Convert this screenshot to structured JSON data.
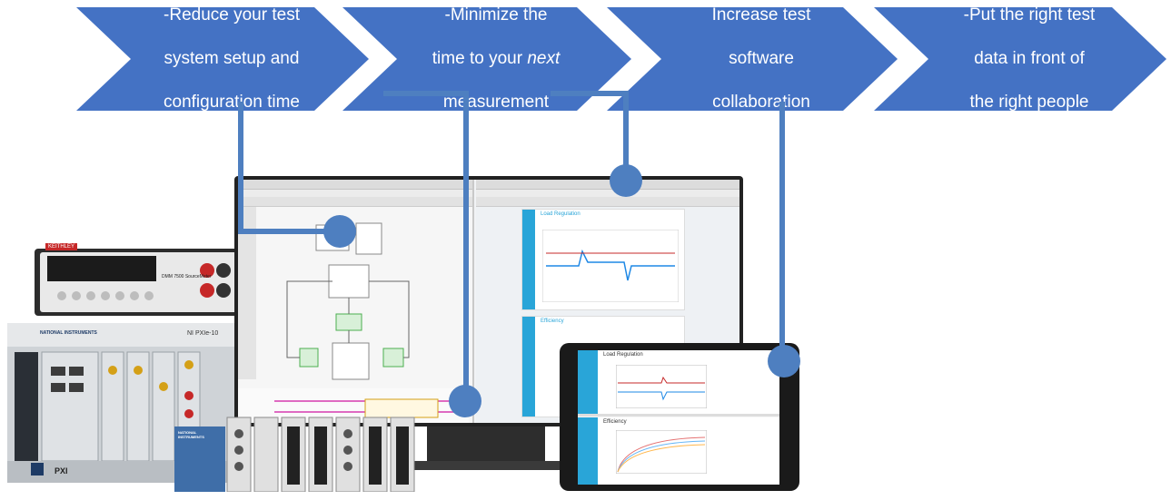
{
  "steps": [
    {
      "line1": "-Reduce your test",
      "line2": "system setup  and",
      "line3": "configuration time"
    },
    {
      "line1": "-Minimize the",
      "line2a": "time to your ",
      "line2b": "next",
      "line3": "measurement"
    },
    {
      "line1": "Increase test",
      "line2": "software",
      "line3": "collaboration"
    },
    {
      "line1": "-Put the right test",
      "line2": "data in front of",
      "line3": "the right people"
    }
  ],
  "colors": {
    "chevron": "#4472c4",
    "connector": "#4e7fc0",
    "accent": "#29a5d8"
  },
  "hardware": {
    "dmm_brand": "KEITHLEY",
    "dmm_model": "DMM 7500 SourceMeter",
    "pxi_brand": "NATIONAL INSTRUMENTS",
    "pxi_model": "NI PXIe-10",
    "pxi_label": "PXI",
    "daq_brand": "NATIONAL INSTRUMENTS"
  },
  "screens": {
    "monitor_right_sections": [
      "Load Regulation",
      "Efficiency"
    ],
    "tablet_sections": [
      "Load Regulation",
      "Efficiency"
    ]
  }
}
